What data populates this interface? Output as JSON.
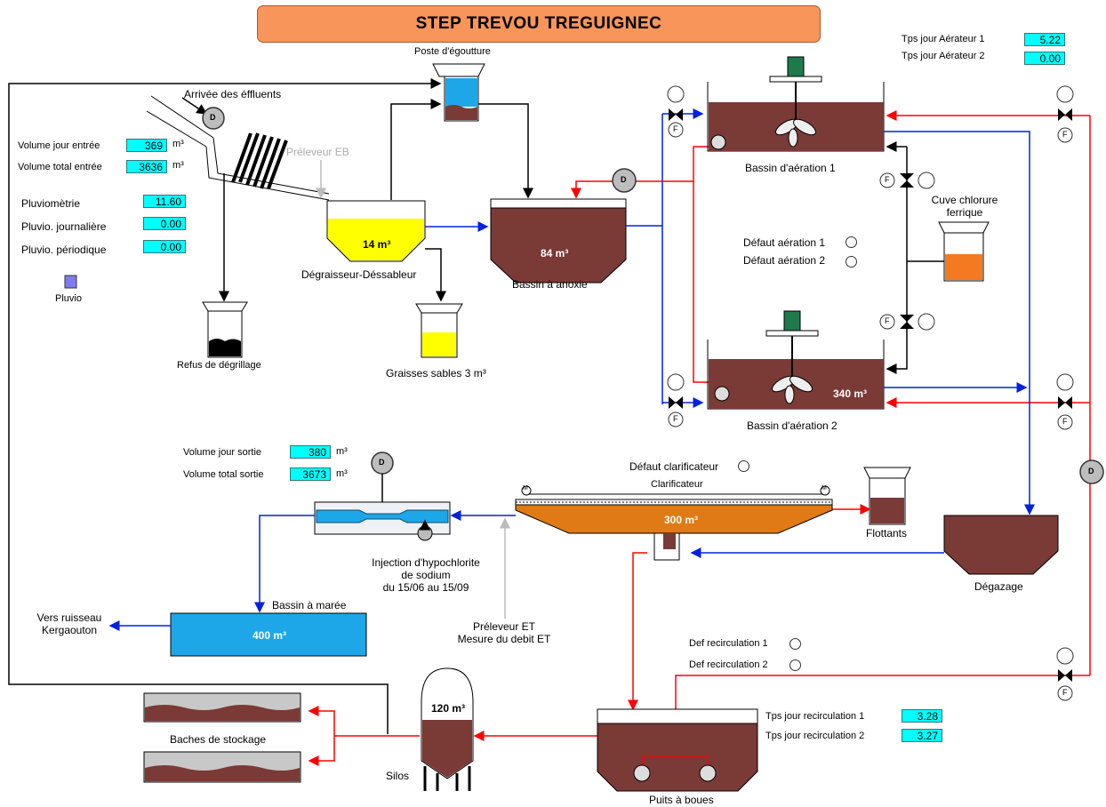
{
  "title": "STEP TREVOU TREGUIGNEC",
  "aerators": {
    "label1": "Tps jour Aérateur 1",
    "value1": "5.22",
    "label2": "Tps jour Aérateur 2",
    "value2": "0.00"
  },
  "inflow": {
    "arrivee": "Arrivée des éffluents",
    "vol_jour_label": "Volume jour entrée",
    "vol_jour_value": "369",
    "vol_jour_unit": "m³",
    "vol_total_label": "Volume total entrée",
    "vol_total_value": "3636",
    "vol_total_unit": "m³",
    "preleveur": "Préleveur EB"
  },
  "pluvio": {
    "pluviometrie_label": "Pluviomètrie",
    "pluviometrie_value": "11.60",
    "journaliere_label": "Pluvio. journalière",
    "journaliere_value": "0.00",
    "periodique_label": "Pluvio. périodique",
    "periodique_value": "0.00",
    "icon_label": "Pluvio"
  },
  "poste_egouttage": "Poste d'égoutture",
  "refus": "Refus de dégrillage",
  "degraisseur": {
    "volume": "14 m³",
    "label": "Dégraisseur-Déssableur"
  },
  "graisses": "Graisses sables 3 m³",
  "anoxie": {
    "volume": "84 m³",
    "label": "Bassin à anoxie"
  },
  "aeration1": {
    "label": "Bassin d'aération 1"
  },
  "aeration2": {
    "label": "Bassin d'aération 2",
    "volume": "340 m³"
  },
  "defauts": {
    "aeration1": "Défaut aération 1",
    "aeration2": "Défaut aération 2",
    "clarificateur": "Défaut clarificateur"
  },
  "cuve": {
    "line1": "Cuve chlorure",
    "line2": "ferrique"
  },
  "clarificateur": {
    "label": "Clarificateur",
    "volume": "300 m³",
    "motor": "M"
  },
  "flottants": "Flottants",
  "degazage": "Dégazage",
  "outflow": {
    "vol_jour_label": "Volume jour sortie",
    "vol_jour_value": "380",
    "vol_jour_unit": "m³",
    "vol_total_label": "Volume total sortie",
    "vol_total_value": "3673",
    "vol_total_unit": "m³"
  },
  "hypochlorite": {
    "line1": "Injection d'hypochlorite",
    "line2": "de sodium",
    "line3": "du 15/06 au 15/09"
  },
  "preleveur_et": {
    "line1": "Préleveur ET",
    "line2": "Mesure du debit ET"
  },
  "bassin_maree": {
    "label": "Bassin à marée",
    "volume": "400 m³"
  },
  "ruisseau": {
    "line1": "Vers ruisseau",
    "line2": "Kergaouton"
  },
  "recirculation": {
    "def1": "Def recirculation 1",
    "def2": "Def recirculation 2",
    "tps1_label": "Tps jour recirculation 1",
    "tps1_value": "3.28",
    "tps2_label": "Tps jour recirculation 2",
    "tps2_value": "3.27"
  },
  "puits": "Puits à boues",
  "silos": {
    "label": "Silos",
    "volume": "120 m³"
  },
  "baches": "Baches de stockage",
  "meter_letter": "D",
  "flow_letter": "F",
  "colors": {
    "sludge": "#7a3a36",
    "water": "#1ea7e8",
    "grease": "#ffff00",
    "chloride": "#f47a22",
    "clarifier": "#e07a14",
    "red_line": "#ff0000",
    "blue_line": "#0022dd"
  }
}
